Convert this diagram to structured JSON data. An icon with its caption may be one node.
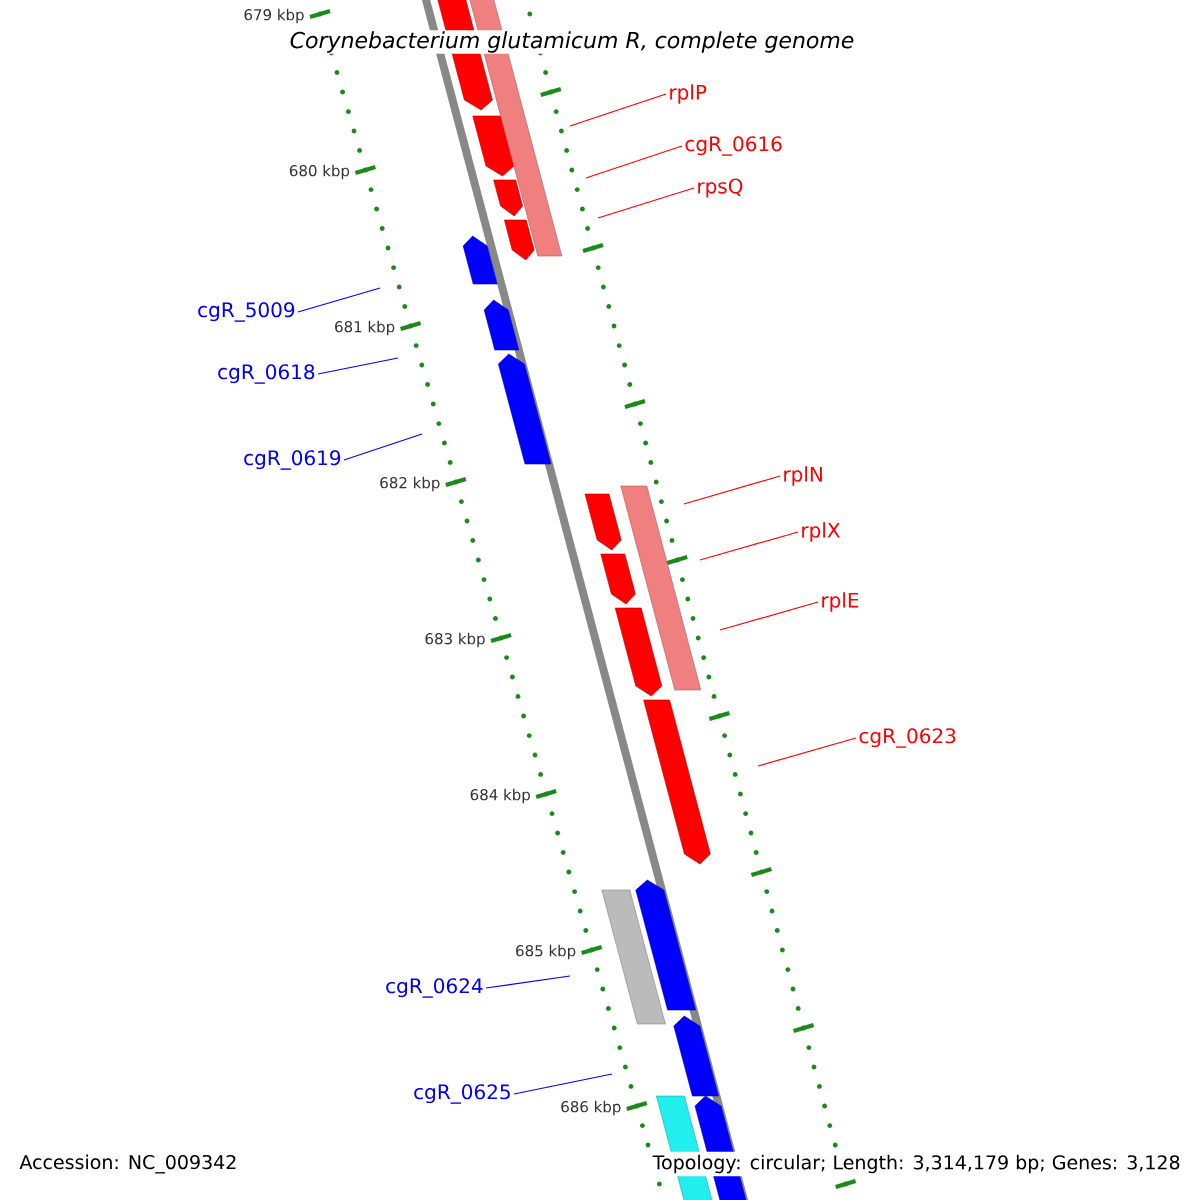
{
  "diagram": {
    "title": "*Corynebacterium glutamicum* R, complete genome",
    "nodes": [
      {
        "text": [
          "rplP"
        ]
      },
      {
        "text": [
          "cgR_0616"
        ]
      },
      {
        "text": [
          "rpsQ"
        ]
      },
      {
        "text": [
          "cgR_5009"
        ]
      },
      {
        "text": [
          "cgR_0618"
        ]
      },
      {
        "text": [
          "cgR_0619"
        ]
      },
      {
        "text": [
          "rplN"
        ]
      },
      {
        "text": [
          "rplX"
        ]
      },
      {
        "text": [
          "rplE"
        ]
      },
      {
        "text": [
          "cgR_0623"
        ]
      },
      {
        "text": [
          "cgR_0624"
        ]
      },
      {
        "text": [
          "cgR_0625"
        ]
      }
    ],
    "edges": [
      {
        "from": 0,
        "to": null,
        "arrow": "none"
      },
      {
        "from": 1,
        "to": null,
        "arrow": "none"
      },
      {
        "from": 2,
        "to": null,
        "arrow": "none"
      },
      {
        "from": 3,
        "to": null,
        "arrow": "none",
        "color": "#0000ff"
      },
      {
        "from": 4,
        "to": null,
        "arrow": "none",
        "color": "#0000ff"
      },
      {
        "from": 5,
        "to": null,
        "arrow": "none",
        "color": "#0000ff"
      },
      {
        "from": 6,
        "to": null,
        "arrow": "none"
      },
      {
        "from": 7,
        "to": null,
        "arrow": "none"
      },
      {
        "from": 8,
        "to": null,
        "arrow": "none"
      },
      {
        "from": 9,
        "to": null,
        "arrow": "none"
      },
      {
        "from": 10,
        "to": null,
        "arrow": "none",
        "color": "#0000ff"
      },
      {
        "from": 11,
        "to": null,
        "arrow": "none",
        "color": "#0000ff"
      }
    ],
    "labels": [
      "679 kbp",
      "680 kbp",
      "681 kbp",
      "682 kbp",
      "683 kbp",
      "684 kbp",
      "685 kbp",
      "686 kbp",
      "Accession: NC_009342",
      "Topology: circular; Length: 3,314,179 bp; Genes: 3,128"
    ]
  }
}
